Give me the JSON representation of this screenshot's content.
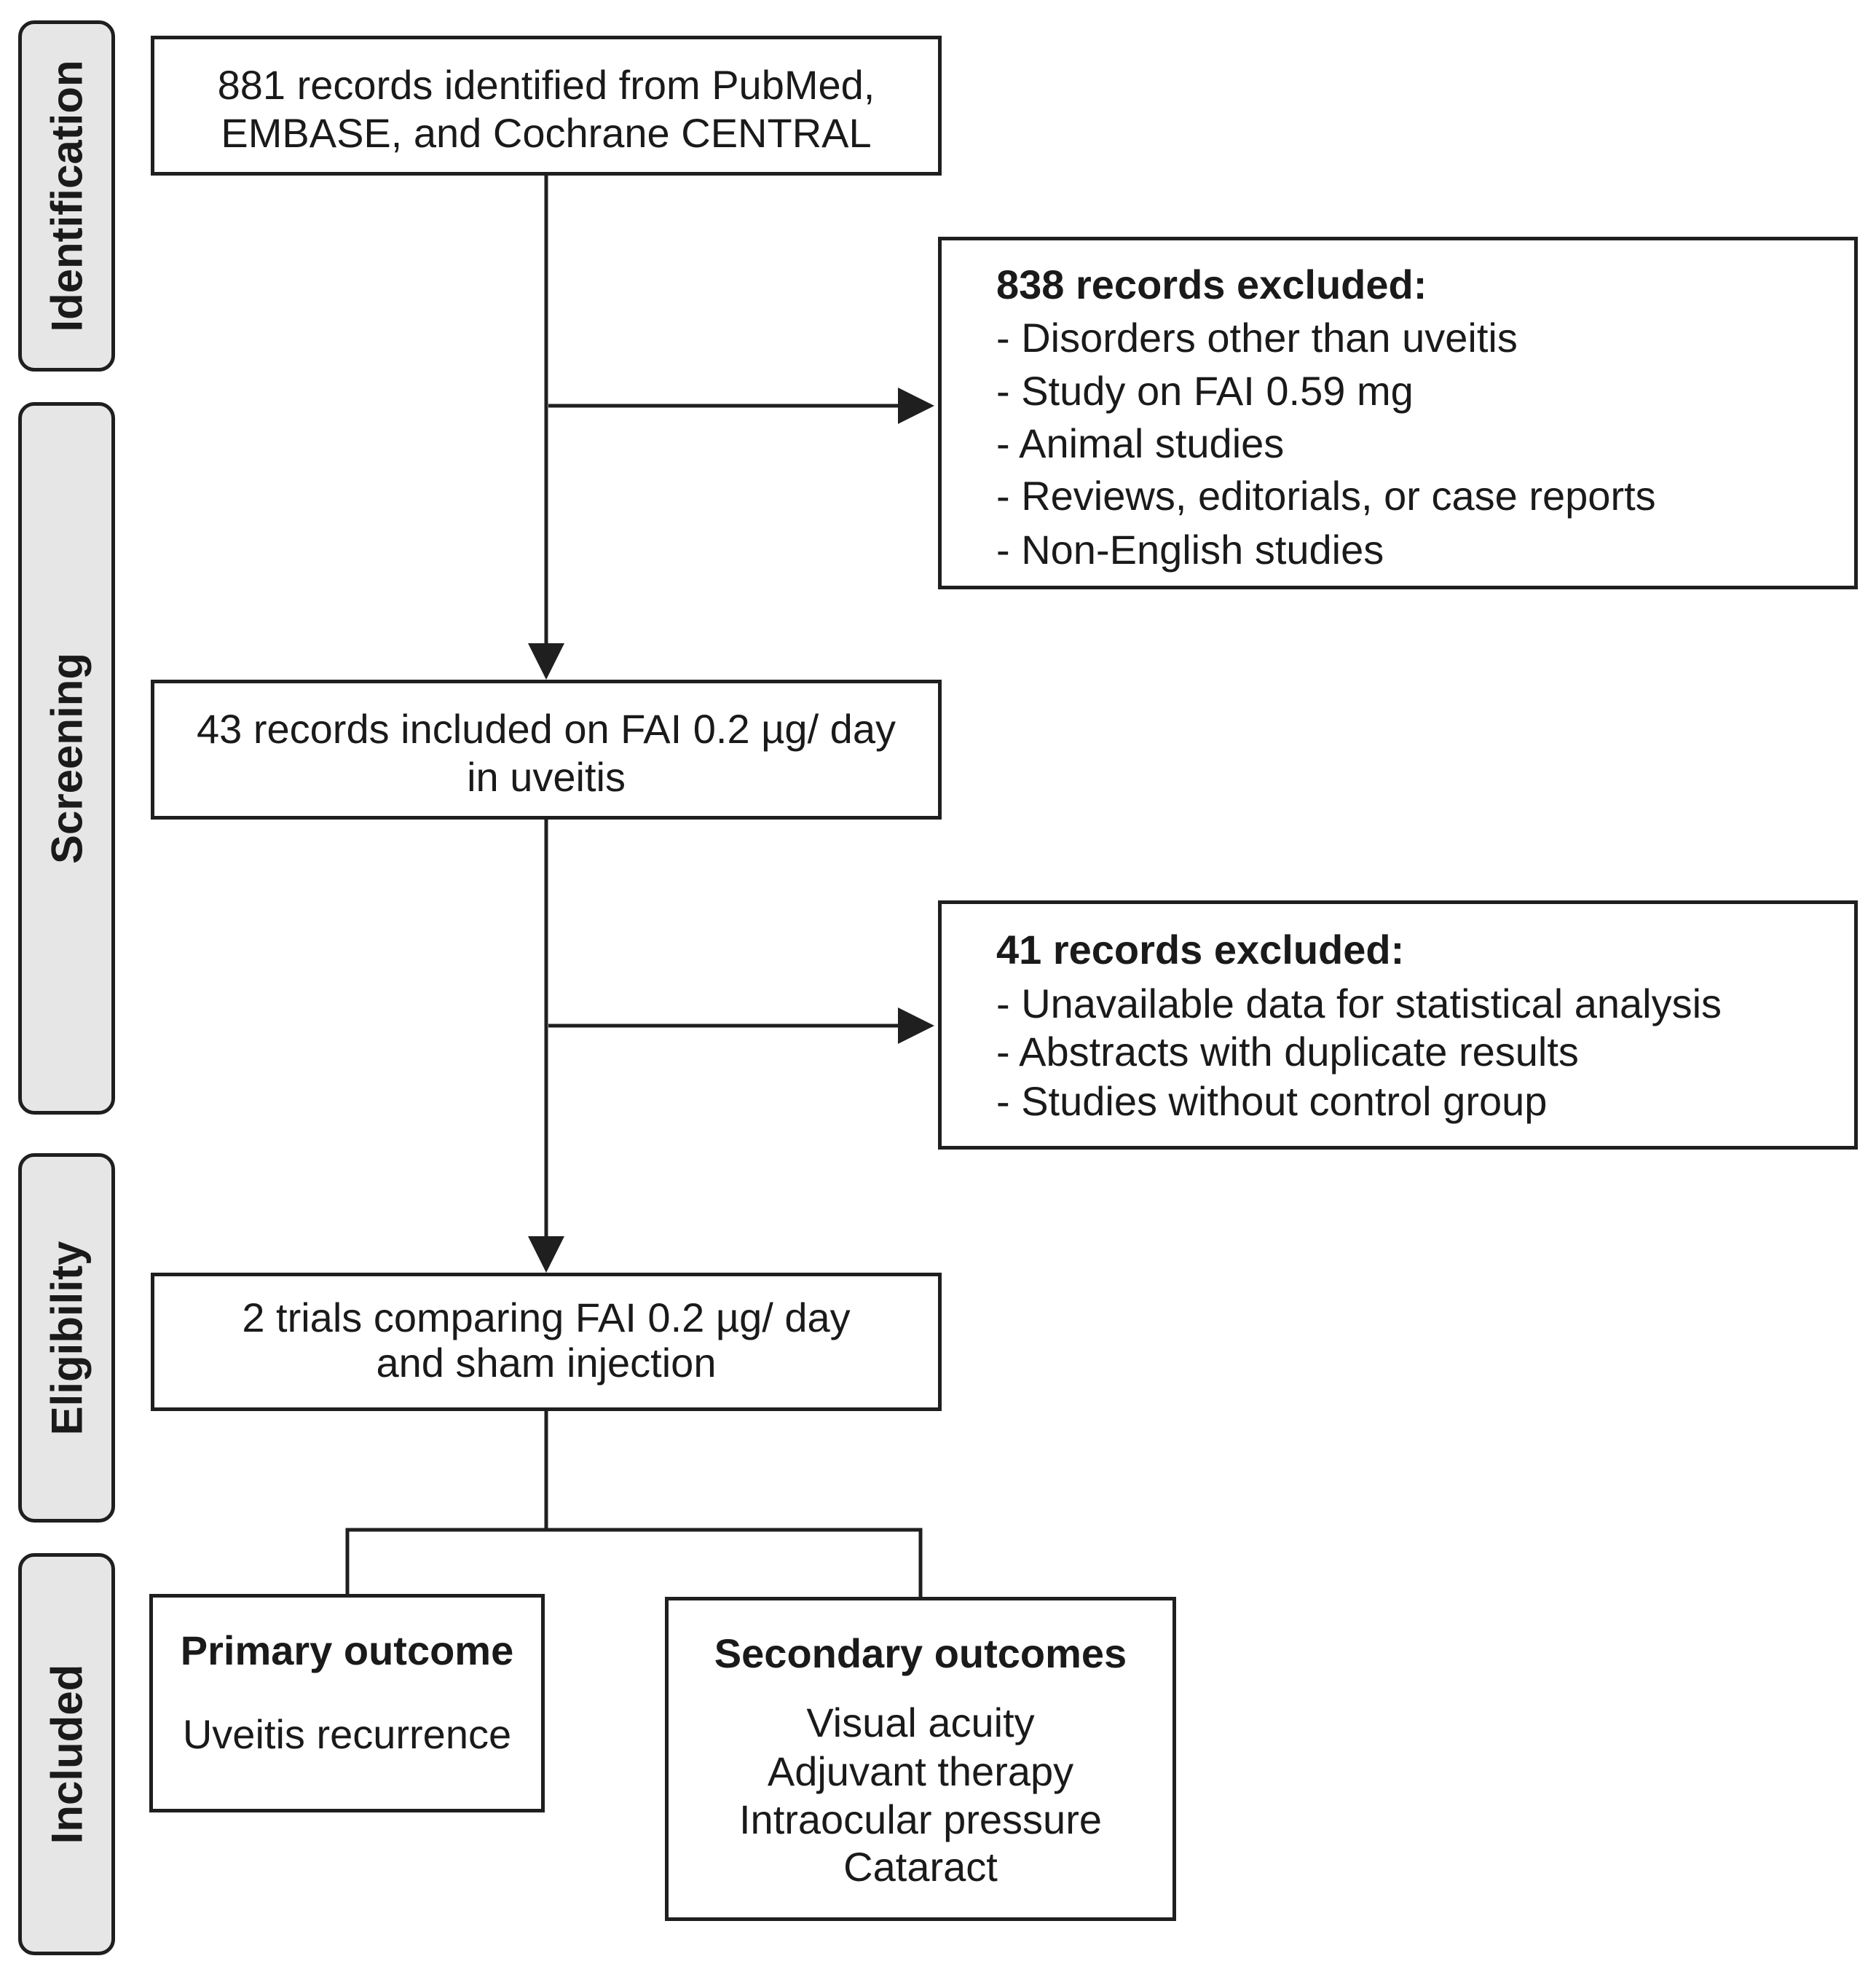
{
  "stages": [
    {
      "id": "identification",
      "label": "Identification"
    },
    {
      "id": "screening",
      "label": "Screening"
    },
    {
      "id": "eligibility",
      "label": "Eligibility"
    },
    {
      "id": "included",
      "label": "Included"
    }
  ],
  "records_identified": {
    "lines": [
      "881 records identified from PubMed,",
      "EMBASE, and Cochrane CENTRAL"
    ]
  },
  "exclusion_1": {
    "title": "838 records excluded:",
    "items": [
      "- Disorders other than uveitis",
      "- Study on FAI 0.59 mg",
      "- Animal studies",
      "- Reviews, editorials, or case reports",
      "- Non-English studies"
    ]
  },
  "records_included": {
    "lines": [
      "43 records included on FAI 0.2 µg/ day",
      "in uveitis"
    ]
  },
  "exclusion_2": {
    "title": "41 records excluded:",
    "items": [
      "- Unavailable data for statistical analysis",
      "- Abstracts with duplicate results",
      "- Studies without control group"
    ]
  },
  "trials": {
    "lines": [
      "2 trials comparing FAI 0.2 µg/ day",
      "and sham injection"
    ]
  },
  "primary_outcome": {
    "title": "Primary outcome",
    "items": [
      "Uveitis recurrence"
    ]
  },
  "secondary_outcomes": {
    "title": "Secondary outcomes",
    "items": [
      "Visual acuity",
      "Adjuvant therapy",
      "Intraocular pressure",
      "Cataract"
    ]
  },
  "colors": {
    "line": "#1f1f1f",
    "stage_fill": "#e6e6e6",
    "box_fill": "#ffffff",
    "text": "#1a1a1a"
  }
}
